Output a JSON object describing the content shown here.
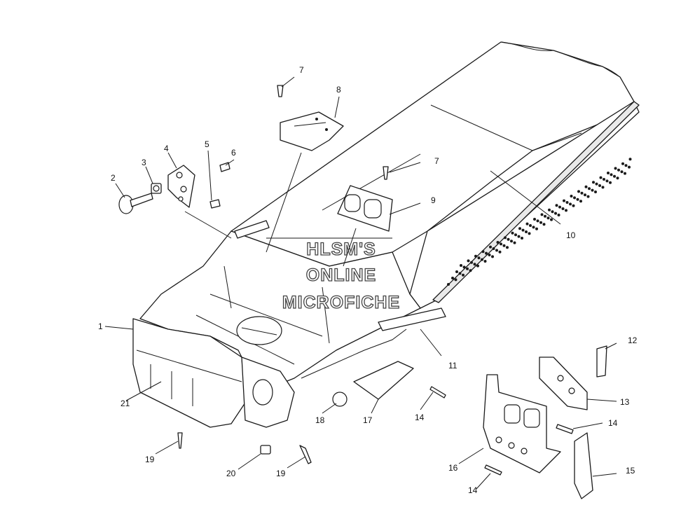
{
  "watermark": {
    "line1": "HLSM'S",
    "line2": "ONLINE",
    "line3": "MICROFICHE"
  },
  "callouts": [
    {
      "id": "c1",
      "label": "1"
    },
    {
      "id": "c2",
      "label": "2"
    },
    {
      "id": "c3",
      "label": "3"
    },
    {
      "id": "c4",
      "label": "4"
    },
    {
      "id": "c5",
      "label": "5"
    },
    {
      "id": "c6",
      "label": "6"
    },
    {
      "id": "c7a",
      "label": "7"
    },
    {
      "id": "c7b",
      "label": "7"
    },
    {
      "id": "c8",
      "label": "8"
    },
    {
      "id": "c9",
      "label": "9"
    },
    {
      "id": "c10",
      "label": "10"
    },
    {
      "id": "c11",
      "label": "11"
    },
    {
      "id": "c12",
      "label": "12"
    },
    {
      "id": "c13",
      "label": "13"
    },
    {
      "id": "c14a",
      "label": "14"
    },
    {
      "id": "c14b",
      "label": "14"
    },
    {
      "id": "c14c",
      "label": "14"
    },
    {
      "id": "c15",
      "label": "15"
    },
    {
      "id": "c16",
      "label": "16"
    },
    {
      "id": "c17",
      "label": "17"
    },
    {
      "id": "c18",
      "label": "18"
    },
    {
      "id": "c19a",
      "label": "19"
    },
    {
      "id": "c19b",
      "label": "19"
    },
    {
      "id": "c20",
      "label": "20"
    },
    {
      "id": "c21",
      "label": "21"
    }
  ]
}
